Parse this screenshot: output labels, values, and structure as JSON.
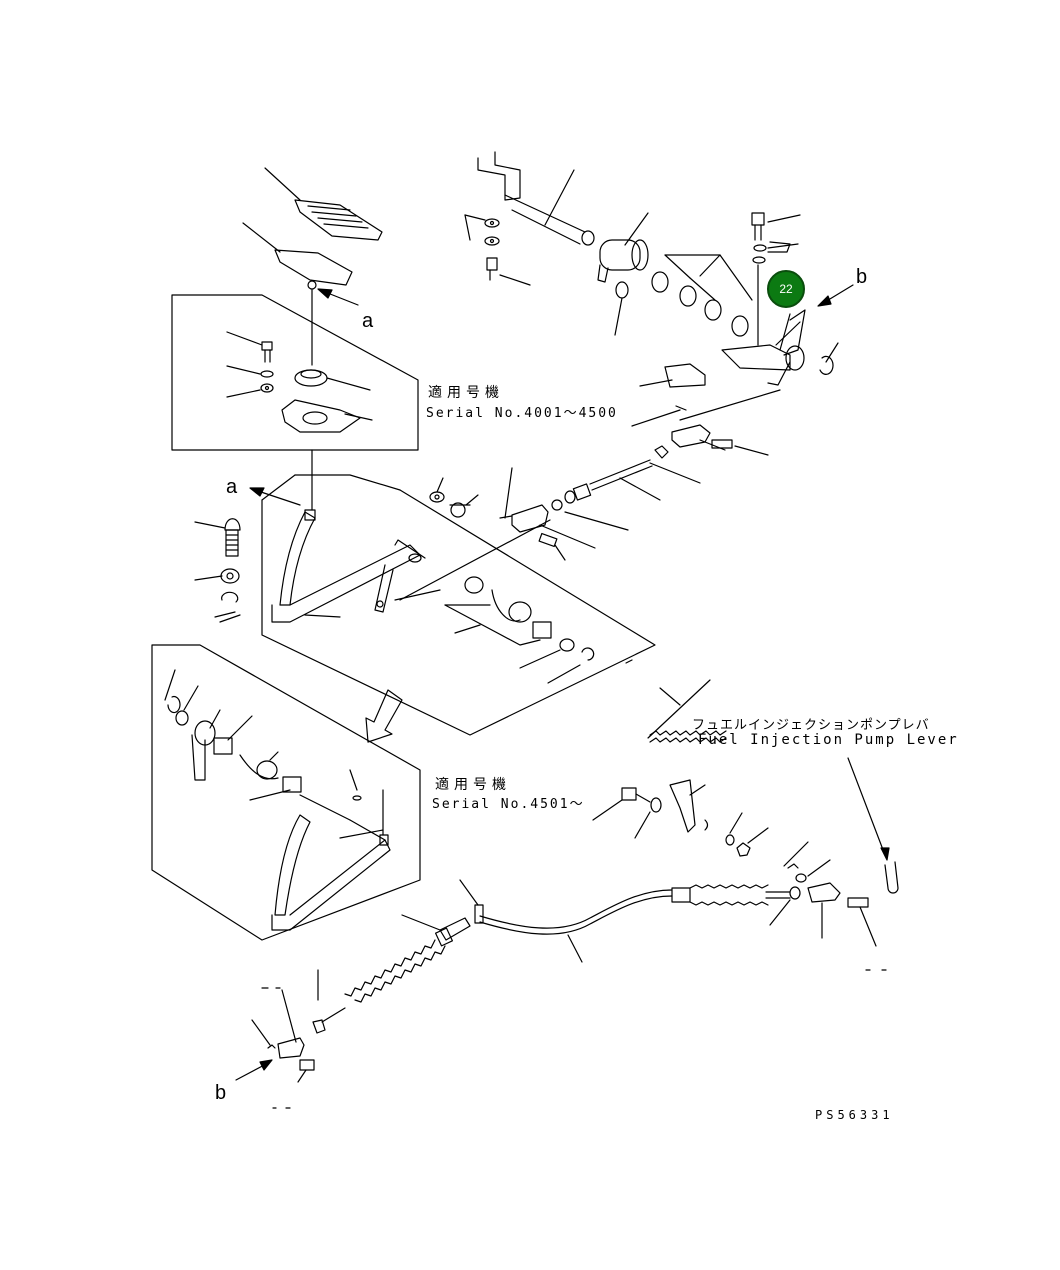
{
  "callouts": {
    "a_top": "a",
    "a_left": "a",
    "b_top": "b",
    "b_bottom": "b"
  },
  "serial_note_1": {
    "jp": "適用号機",
    "en": "Serial No.4001〜4500"
  },
  "serial_note_2": {
    "jp": "適用号機",
    "en": "Serial No.4501〜"
  },
  "fuel_note": {
    "jp": "フュエルインジェクションポンプレバ",
    "en": "Fuel Injection Pump Lever"
  },
  "drawing_code": "PS56331",
  "part_marker": {
    "label": "22",
    "color": "#0c7a12"
  }
}
